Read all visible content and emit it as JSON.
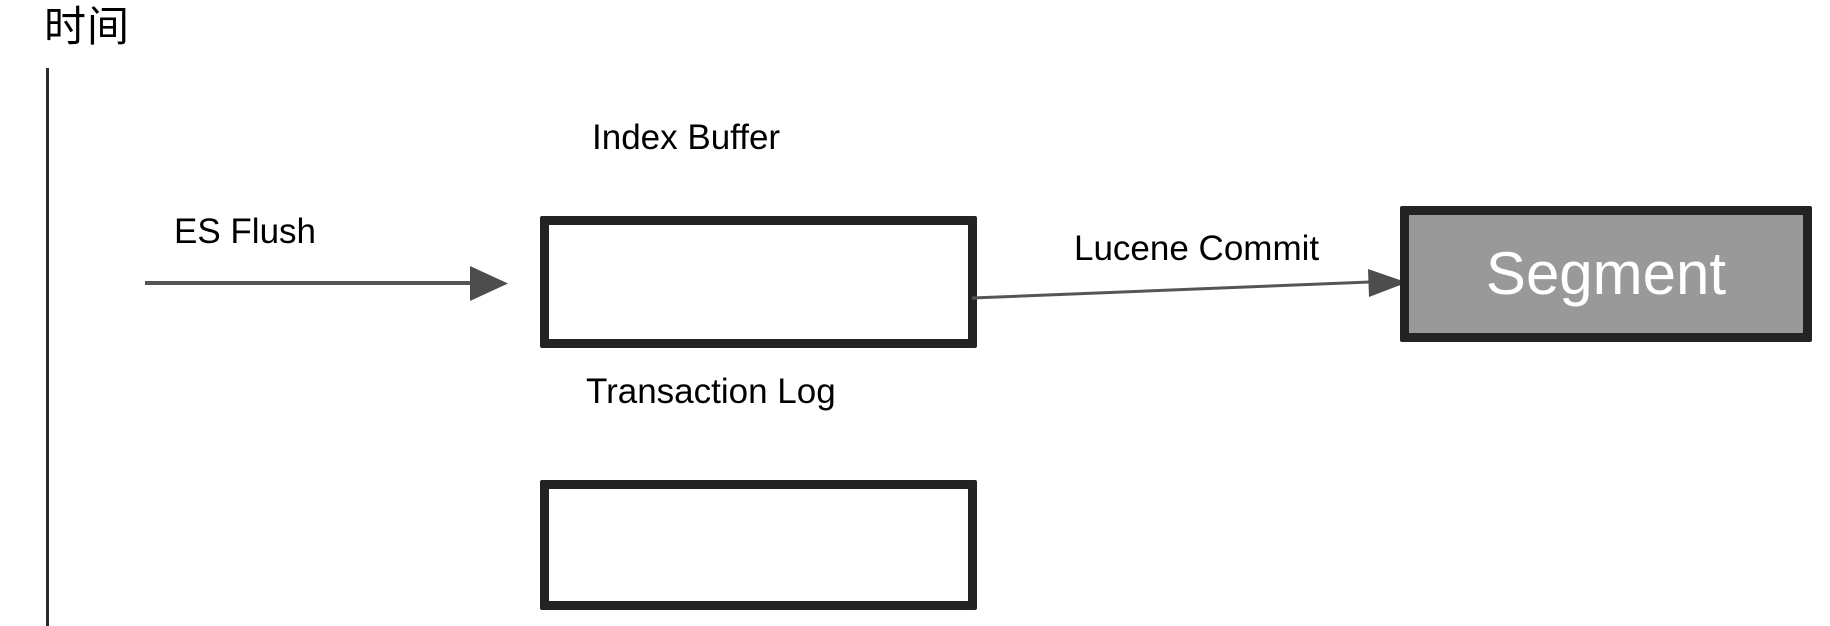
{
  "diagram": {
    "title_axis": "时间",
    "nodes": [
      {
        "id": "index-buffer",
        "label": "Index Buffer",
        "box_text": "",
        "fill": "#ffffff",
        "text_color": "#000000"
      },
      {
        "id": "transaction-log",
        "label": "Transaction Log",
        "box_text": "",
        "fill": "#ffffff",
        "text_color": "#000000"
      },
      {
        "id": "segment",
        "label": "Segment",
        "box_text": "Segment",
        "fill": "#999999",
        "text_color": "#ffffff"
      }
    ],
    "edges": [
      {
        "id": "es-flush",
        "label": "ES Flush",
        "from": "timeline",
        "to": "index-buffer",
        "color": "#555555"
      },
      {
        "id": "lucene-commit",
        "label": "Lucene Commit",
        "from": "index-buffer",
        "to": "segment",
        "color": "#555555"
      }
    ],
    "colors": {
      "background": "#ffffff",
      "border": "#232323",
      "segment_fill": "#999999",
      "arrow": "#555555",
      "axis": "#2b2b2b",
      "text": "#000000"
    }
  }
}
